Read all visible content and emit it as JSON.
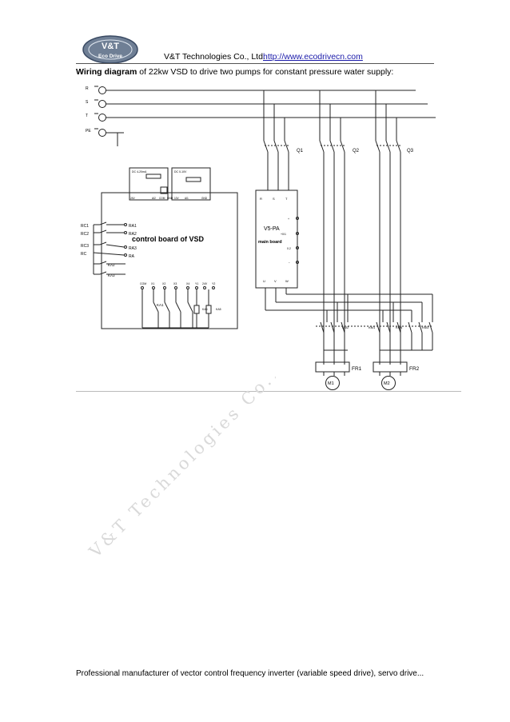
{
  "header": {
    "logo_line1": "V&T",
    "logo_line2": "Eco Drive",
    "company": "V&T Technologies Co., Ltd.",
    "url": "http://www.ecodrivecn.com"
  },
  "title": {
    "bold": "Wiring diagram",
    "rest": " of 22kw VSD to drive two pumps for constant pressure water supply:"
  },
  "diagram": {
    "phases": [
      "R",
      "S",
      "T",
      "PE"
    ],
    "switches": [
      "Q1",
      "Q2",
      "Q3"
    ],
    "vsd_board_label": "control board of VSD",
    "main_board_title": "V5-PA",
    "main_board_label": "main board",
    "main_board_inputs": [
      "R",
      "S",
      "T"
    ],
    "main_board_outputs": [
      "U",
      "V",
      "W"
    ],
    "main_board_side": [
      "+",
      "+0/1",
      "0.2",
      "-"
    ],
    "left_terminals": [
      "RC1",
      "RC2",
      "RC3",
      "RC"
    ],
    "relay_terminals": [
      "RA1",
      "RA2",
      "RA3",
      "RA"
    ],
    "relay_coils": [
      "KA2",
      "KA3"
    ],
    "bottom_terminals": [
      "COM",
      "X1",
      "X2",
      "X3",
      "X4",
      "Y1",
      "24V",
      "Y2"
    ],
    "bottom_relay": "KA1",
    "bottom_relay_coils": [
      "KA6",
      "KA5"
    ],
    "pressure_left": "DC 4-20mA",
    "pressure_right": "DC 0-10V",
    "pressure_terminals": [
      "24V",
      "AI2",
      "COM",
      "GND",
      "10V",
      "AI1",
      "GND"
    ],
    "contactors": [
      "KM2",
      "KM1",
      "KM4",
      "KM3"
    ],
    "overloads": [
      "FR1",
      "FR2"
    ],
    "motors": [
      "M1",
      "M2"
    ]
  },
  "watermark": "V&T Technologies Co., Ltd.",
  "footer": "Professional manufacturer of vector control frequency inverter (variable speed drive), servo drive..."
}
